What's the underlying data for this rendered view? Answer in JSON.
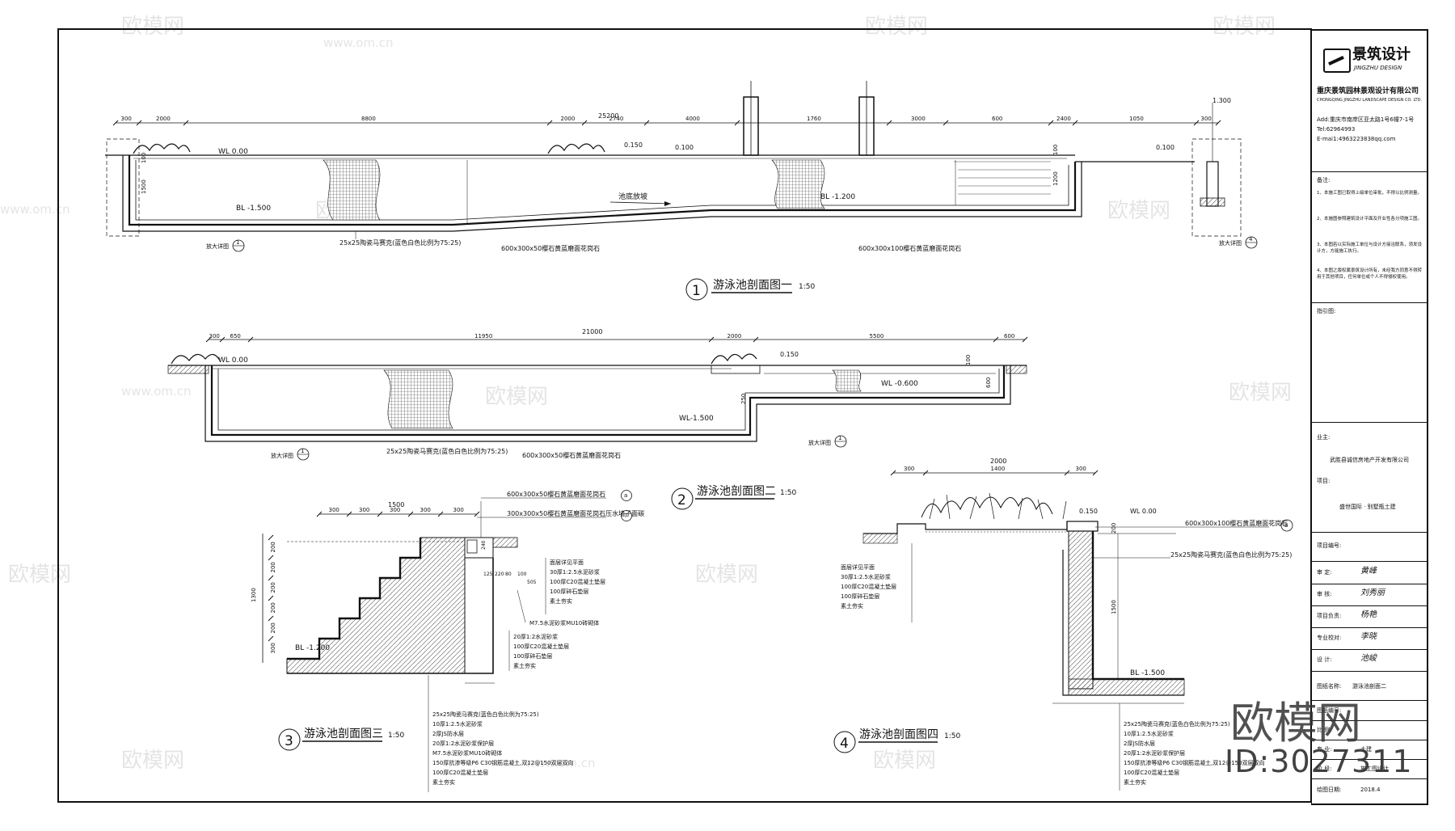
{
  "titleblock": {
    "logo_text": "景筑设计",
    "logo_sub": "JINGZHU DESIGN",
    "company": "重庆景筑园林景观设计有限公司",
    "company_en": "CHONGQING JINGZHU LANDSCAPE DESIGN CO. LTD.",
    "address": "Add:重庆市南岸区亚太路1号6幢7-1号",
    "tel": "Tel:62964993",
    "email": "E-mai1:4963223838qq.com",
    "notes_title": "备注:",
    "notes": [
      "1、本施工图已取得上级单位审批，不得以比例测量。",
      "2、本施图参照建筑设计平面及开业性各分项施工图。",
      "3、本图若以实际施工单位与设计方接洽联系，须发设计方，方能施工执行。",
      "4、本图之版权属景筑设计所有，未经我方同意不得转用于其他项目，任何单位或个人不得侵权使用。"
    ],
    "index_label": "指引图:",
    "client_label": "业主:",
    "client": "武胜县诚信房地产开发有限公司",
    "project_label": "项目:",
    "project": "盛世国际 · 别墅瓶土建",
    "project_no_label": "项目编号:",
    "roles": [
      {
        "label": "审  定:",
        "sign": "黄峰"
      },
      {
        "label": "审  核:",
        "sign": "刘秀丽"
      },
      {
        "label": "项目负责:",
        "sign": "杨艳"
      },
      {
        "label": "专业校对:",
        "sign": "李晓"
      },
      {
        "label": "设  计:",
        "sign": "池峻"
      }
    ],
    "drawing_name_label": "图纸名称:",
    "drawing_name": "游泳池剖面二",
    "drawing_no_label": "图纸编号:",
    "scale_label": "比  例:",
    "discipline_label": "专  业:",
    "discipline": "土建",
    "stage_label": "阶  段:",
    "stage": "施工图设计",
    "date_label": "绘图日期:",
    "date": "2018.4"
  },
  "watermark": {
    "brand": "欧模网",
    "id": "ID:3027311",
    "site": "www.om.cn"
  },
  "section1": {
    "title": "游泳池剖面图一",
    "num": "1",
    "scale": "1:50",
    "dims_top": [
      "300",
      "2000",
      "8800",
      "2000",
      "2740",
      "4000",
      "1760",
      "3000",
      "600",
      "2400",
      "1050",
      "300"
    ],
    "total": "25200",
    "right_dim": "1.300",
    "labels": {
      "wl": "WL 0.00",
      "lv150": "0.150",
      "lv100": "0.100",
      "lv100b": "0.100",
      "bl1": "BL -1.500",
      "bl2": "BL -1.200",
      "slope": "池底放坡",
      "d1500": "1500",
      "d100": "100",
      "d1200": "1200",
      "d100b": "100",
      "mat1": "25x25陶瓷马赛克(蓝色白色比例为75:25)",
      "mat2": "600x300x50樱石黄蓝磨面花岗石",
      "mat3": "600x300x100樱石黄蓝磨面花岗石",
      "detail1": "放大详图",
      "detail1_no": "1",
      "detail4": "放大详图",
      "detail4_no": "4"
    }
  },
  "section2": {
    "title": "游泳池剖面图二",
    "num": "2",
    "scale": "1:50",
    "dims_top": [
      "300",
      "650",
      "11950",
      "2000",
      "5500",
      "600"
    ],
    "total": "21000",
    "labels": {
      "wl": "WL 0.00",
      "lv150": "0.150",
      "wl2": "WL -0.600",
      "wl3": "WL-1.500",
      "d100": "100",
      "d600": "600",
      "d250": "250",
      "mat1": "25x25陶瓷马赛克(蓝色白色比例为75:25)",
      "mat2": "600x300x50樱石黄蓝磨面花岗石",
      "detail1": "放大详图",
      "detail1_no": "1",
      "detail2": "放大详图",
      "detail2_no": "1"
    }
  },
  "section3": {
    "title": "游泳池剖面图三",
    "num": "3",
    "scale": "1:50",
    "dims_top": [
      "300",
      "300",
      "300",
      "300",
      "300"
    ],
    "total": "1500",
    "dims_left": [
      "200",
      "200",
      "200",
      "200",
      "200",
      "300"
    ],
    "left_total": "1300",
    "bl": "BL -1.200",
    "callout1": "600x300x50樱石黄蓝磨面花岗石",
    "callout1_no": "a",
    "callout2": "300x300x50樱石黄蓝磨面花岗石压水墙子面碳",
    "callout2_no": "7",
    "small_dims": [
      "125",
      "220",
      "80",
      "100",
      "505",
      "240"
    ],
    "layers_right": [
      "面层详见平面",
      "30厚1:2.5水泥砂浆",
      "100厚C20混凝土垫层",
      "100厚碎石垫层",
      "素土夯实"
    ],
    "mu": "M7.5水泥砂浆MU10砖砌体",
    "layers_mid": [
      "20厚1:2水泥砂浆",
      "100厚C20混凝土垫层",
      "100厚碎石垫层",
      "素土夯实"
    ],
    "layers_bottom": [
      "25x25陶瓷马赛克(蓝色白色比例为75:25)",
      "10厚1:2.5水泥砂浆",
      "2厚JS防水层",
      "20厚1:2水泥砂浆保护层",
      "M7.5水泥砂浆MU10砖砌体",
      "150厚抗渗等级P6 C30钢筋混凝土,双12@150双层双向",
      "100厚C20混凝土垫层",
      "素土夯实"
    ]
  },
  "section4": {
    "title": "游泳池剖面图四",
    "num": "4",
    "scale": "1:50",
    "dims_top": [
      "300",
      "1400",
      "300"
    ],
    "total": "2000",
    "lv150": "0.150",
    "wl": "WL 0.00",
    "bl": "BL -1.500",
    "d200": "200",
    "d1500": "1500",
    "callout1": "600x300x100樱石黄蓝磨面花岗石",
    "callout1_no": "b",
    "callout2": "25x25陶瓷马赛克(蓝色白色比例为75:25)",
    "layers_left": [
      "面层详见平面",
      "30厚1:2.5水泥砂浆",
      "100厚C20混凝土垫层",
      "100厚碎石垫层",
      "素土夯实"
    ],
    "layers_bottom": [
      "25x25陶瓷马赛克(蓝色白色比例为75:25)",
      "10厚1:2.5水泥砂浆",
      "2厚JS防水层",
      "20厚1:2水泥砂浆保护层",
      "150厚抗渗等级P6 C30钢筋混凝土,双12@150双层双向",
      "100厚C20混凝土垫层",
      "素土夯实"
    ]
  }
}
